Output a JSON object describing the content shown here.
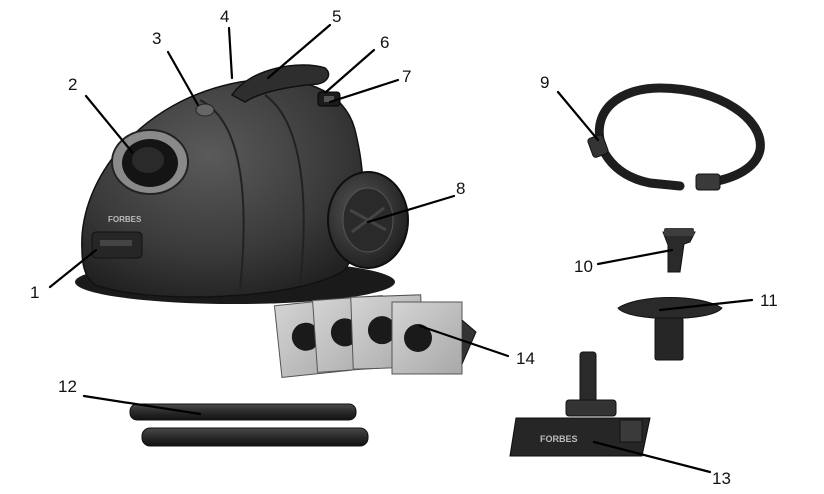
{
  "brand": "FORBES",
  "labels": {
    "l1": "1",
    "l2": "2",
    "l3": "3",
    "l4": "4",
    "l5": "5",
    "l6": "6",
    "l7": "7",
    "l8": "8",
    "l9": "9",
    "l10": "10",
    "l11": "11",
    "l12": "12",
    "l13": "13",
    "l14": "14"
  },
  "colors": {
    "body": "#3a3a3a",
    "body_dark": "#1f1f1f",
    "accessory": "#2b2b2b",
    "bag_face": "#c8c8c8",
    "leader": "#000000"
  }
}
